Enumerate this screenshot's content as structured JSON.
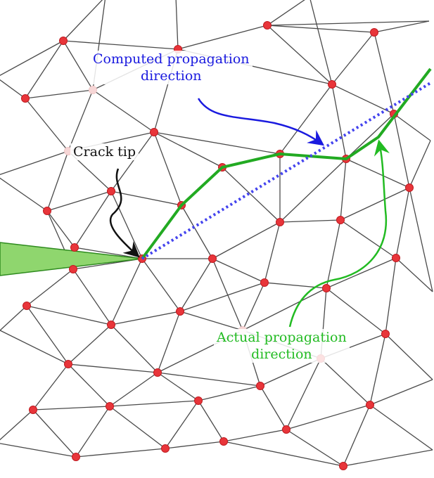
{
  "labels": {
    "computed_line1": "Computed propagation",
    "computed_line2": "direction",
    "crack_tip": "Crack tip",
    "actual_line1": "Actual propagation",
    "actual_line2": "direction"
  },
  "colors": {
    "mesh_edge": "#4a4a4a",
    "node_fill": "#e8353a",
    "crack_fill": "#8fd66e",
    "crack_stroke": "#2e8b1e",
    "actual_path": "#22aa22",
    "computed_path": "#4444ee",
    "computed_text": "#1a1adf",
    "actual_text": "#22bb22",
    "tip_text": "#111111"
  }
}
